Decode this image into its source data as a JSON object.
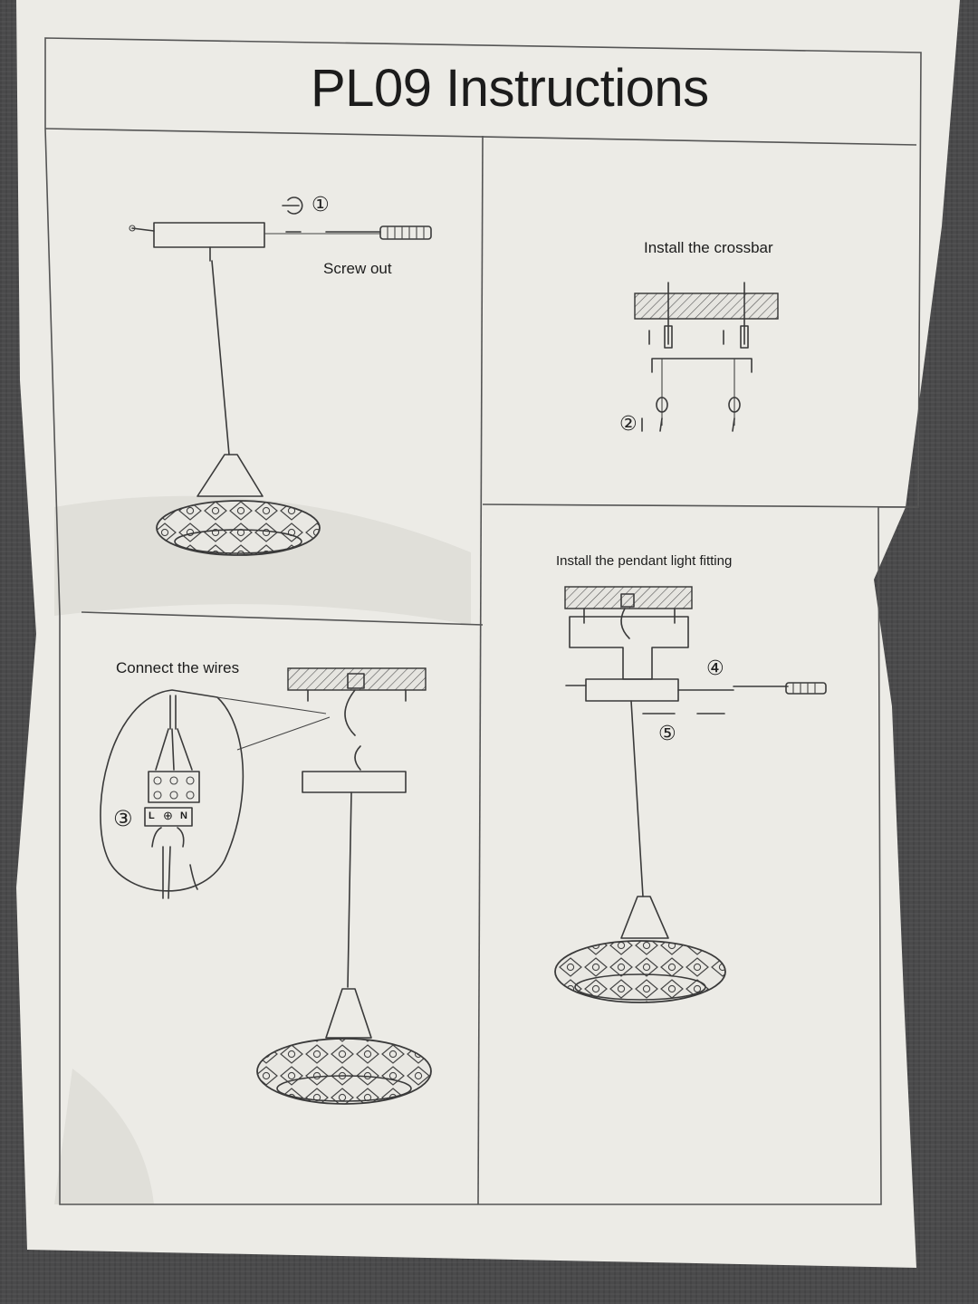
{
  "document": {
    "title": "PL09 Instructions",
    "steps": {
      "screw_out": "Screw out",
      "install_crossbar": "Install the crossbar",
      "install_pendant": "Install the pendant light fitting",
      "connect_wires": "Connect the wires"
    },
    "markers": {
      "step1": "①",
      "step2": "②",
      "step3": "③",
      "step4": "④",
      "step5": "⑤"
    },
    "terminal_labels": {
      "live": "L",
      "earth": "⊕",
      "neutral": "N"
    }
  }
}
